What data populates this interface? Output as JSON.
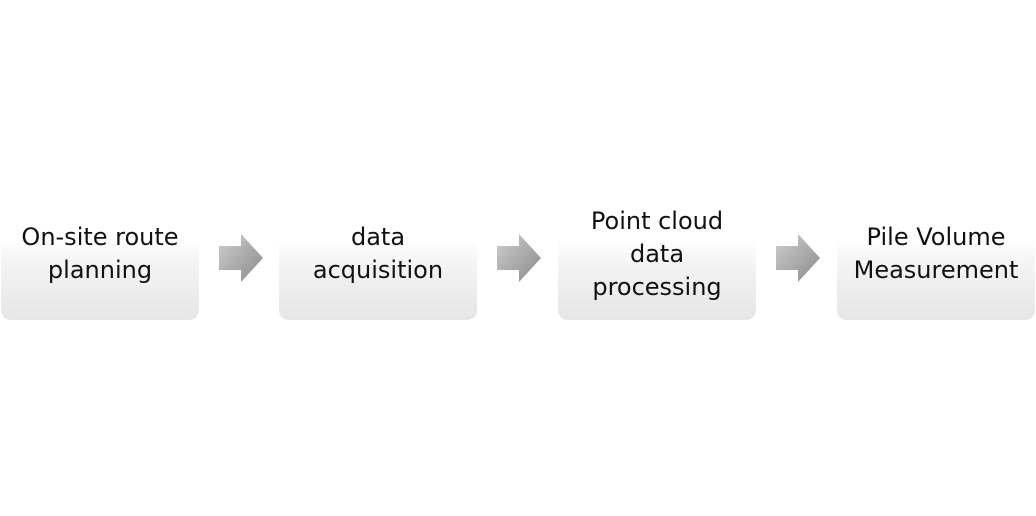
{
  "flow": {
    "steps": [
      {
        "label": "On-site route planning"
      },
      {
        "label": "data acquisition"
      },
      {
        "label": "Point cloud data processing"
      },
      {
        "label": "Pile Volume Measurement"
      }
    ],
    "arrow_color_light": "#c4c4c4",
    "arrow_color_dark": "#8f8f8f"
  }
}
